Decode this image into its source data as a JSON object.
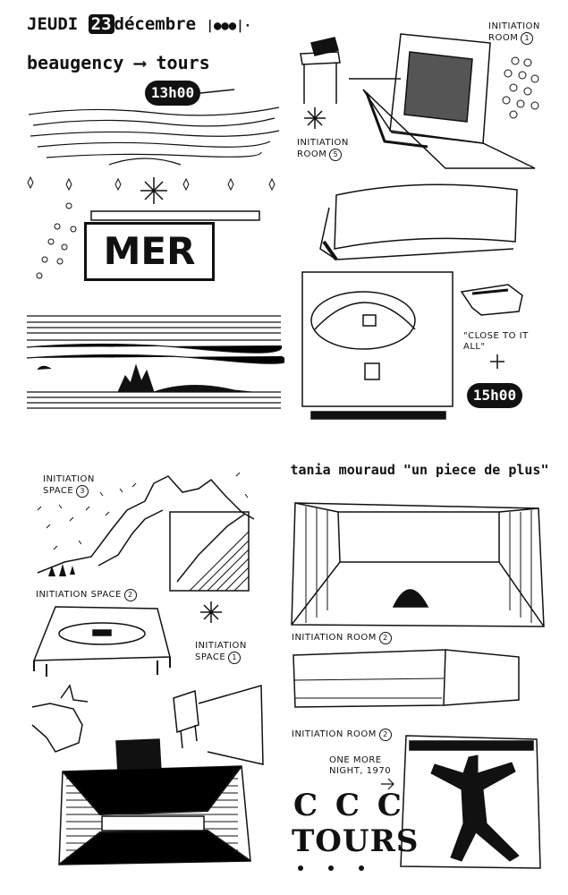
{
  "top_left": {
    "day": "JEUDI",
    "date_num": "23",
    "month": "décembre",
    "route_from": "beaugency",
    "route_to": "tours",
    "time": "13h00",
    "sign_text": "MER"
  },
  "top_right": {
    "room1_label": "INITIATION ROOM",
    "room1_num": "1",
    "room5_label": "INITIATION ROOM",
    "room5_num": "5",
    "quote": "\"CLOSE TO IT ALL\"",
    "time": "15h00"
  },
  "bottom_left": {
    "space3_label": "INITIATION SPACE",
    "space3_num": "3",
    "space2_label": "INITIATION SPACE",
    "space2_num": "2",
    "space1_label": "INITIATION SPACE",
    "space1_num": "1"
  },
  "bottom_right": {
    "title": "tania mouraud \"un piece de plus\"",
    "room2a_label": "INITIATION ROOM",
    "room2a_num": "2",
    "room2b_label": "INITIATION ROOM",
    "room2b_num": "2",
    "caption": "ONE MORE NIGHT, 1970",
    "ccc": "C C C",
    "tours": "TOURS"
  }
}
